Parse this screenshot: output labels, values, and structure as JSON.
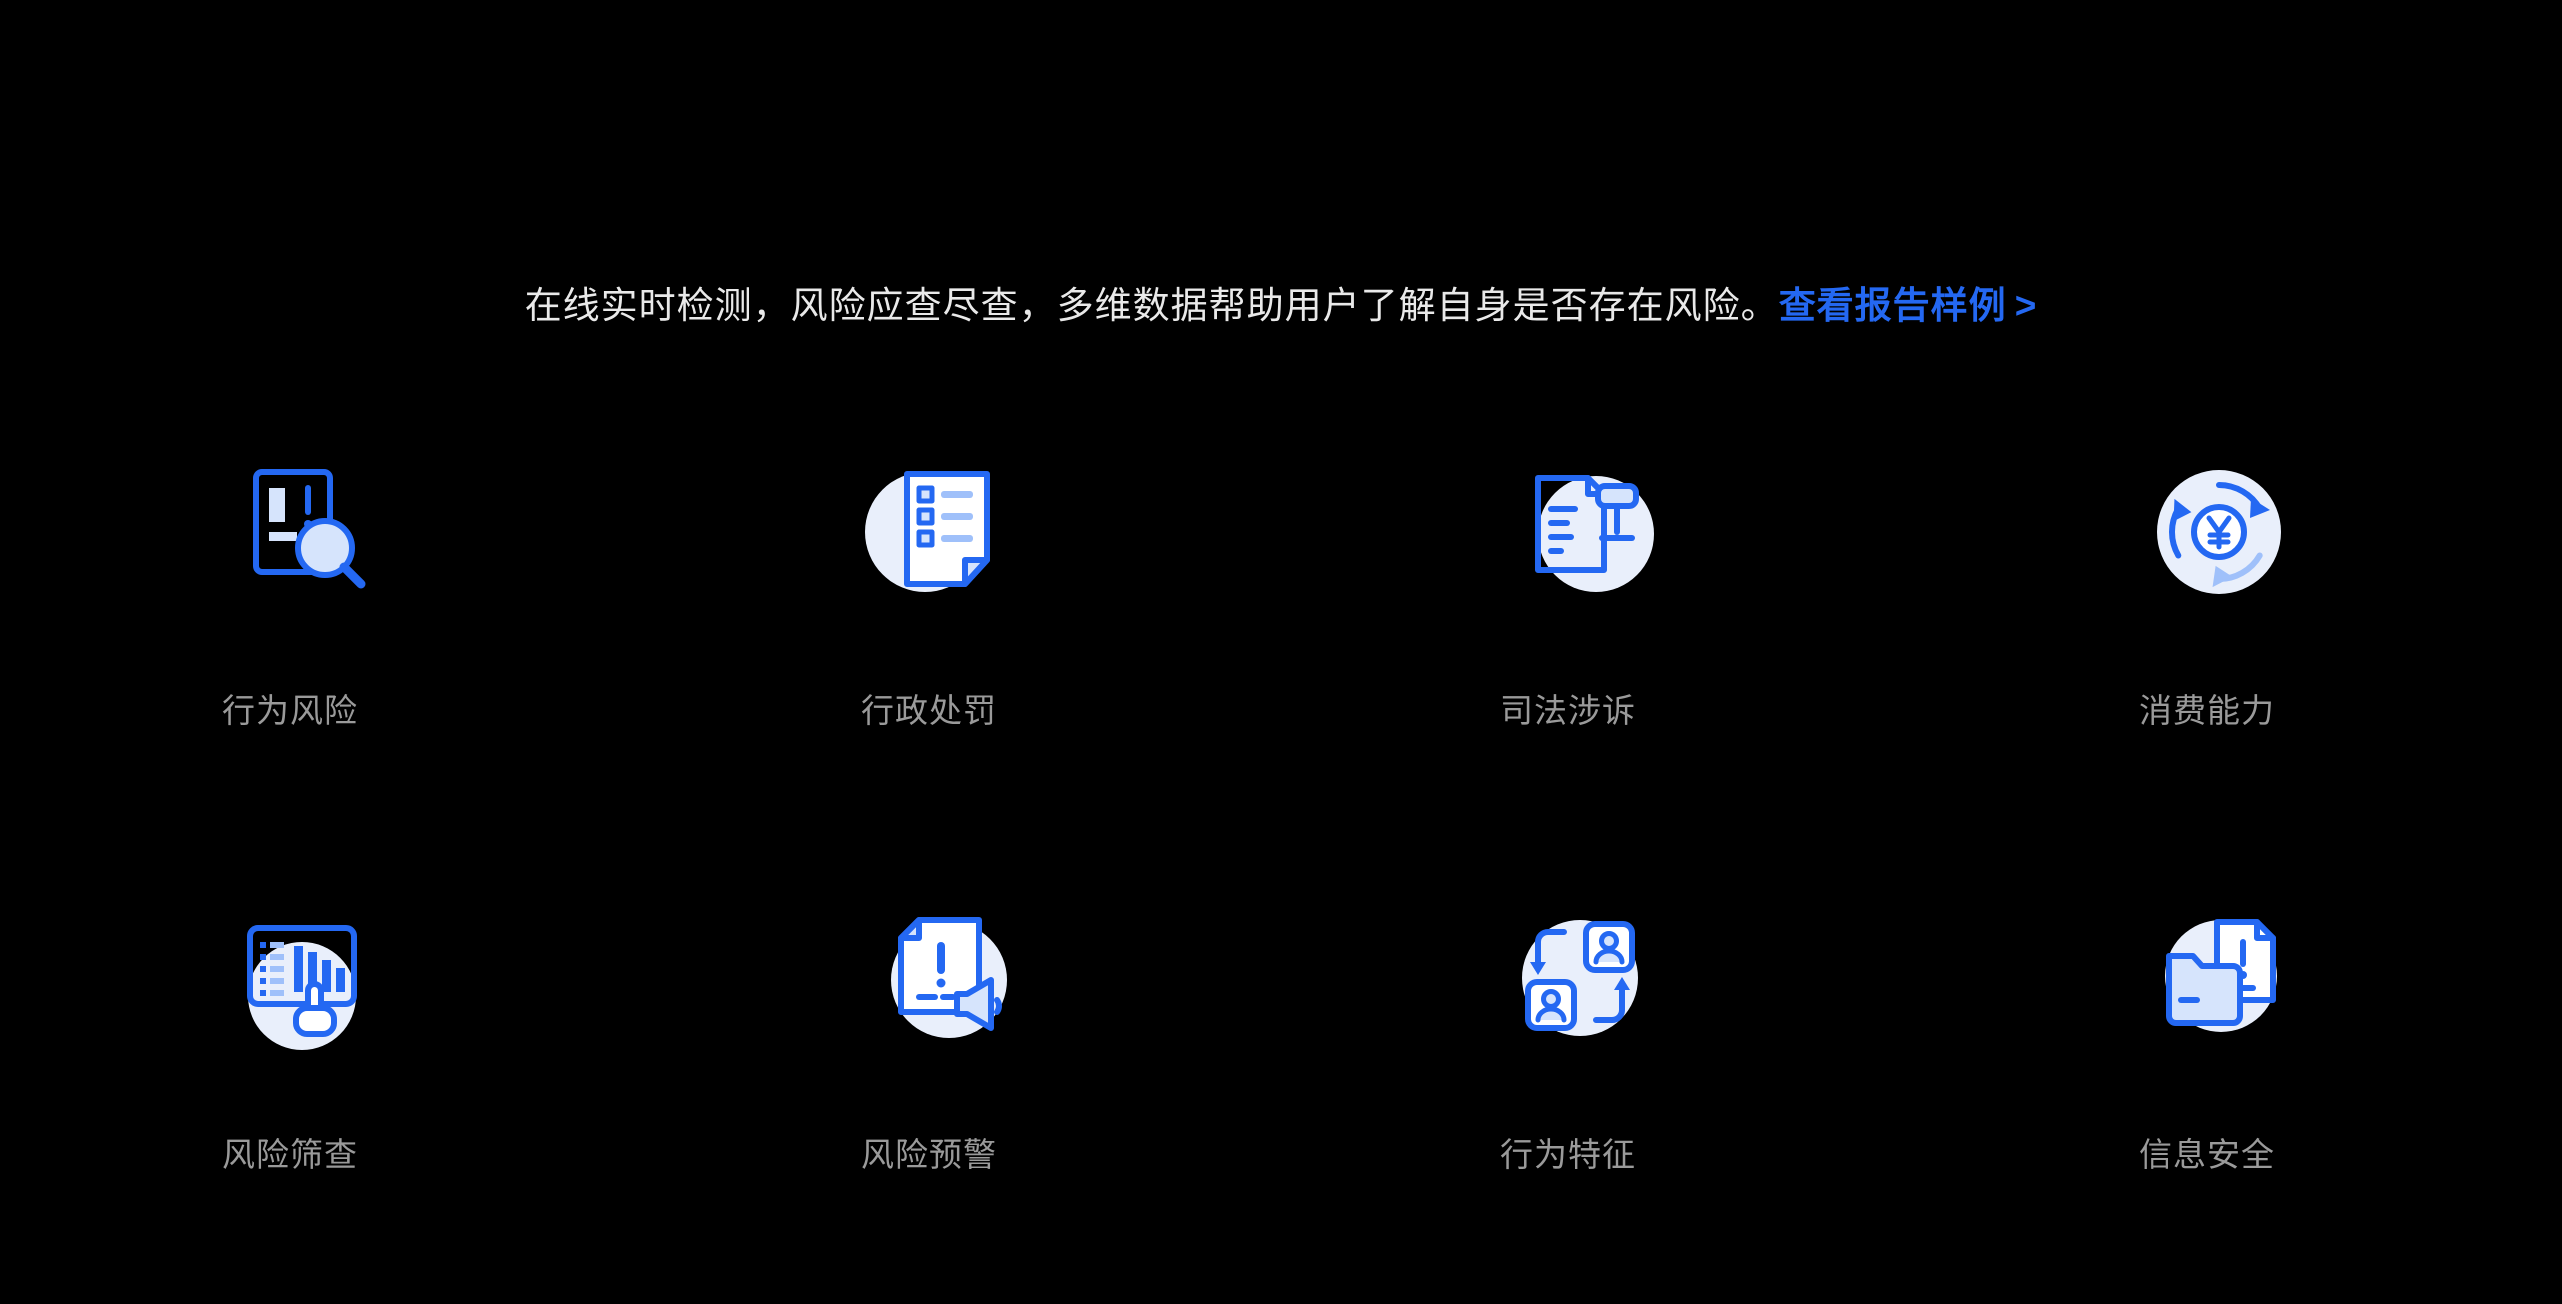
{
  "colors": {
    "background": "#000000",
    "accent_blue": "#2468F2",
    "icon_light_fill": "#D6E4FC",
    "icon_circle_bg": "#E9EFFB",
    "subtitle_text": "#E9E9E9",
    "label_text": "#9A9A9A"
  },
  "header": {
    "subtitle": "在线实时检测，风险应查尽查，多维数据帮助用户了解自身是否存在风险。",
    "link_label": "查看报告样例",
    "link_arrow": ">"
  },
  "features": [
    {
      "label": "行为风险",
      "icon": "document-magnifier-icon"
    },
    {
      "label": "行政处罚",
      "icon": "checklist-document-icon"
    },
    {
      "label": "司法涉诉",
      "icon": "gavel-document-icon"
    },
    {
      "label": "消费能力",
      "icon": "yuan-cycle-icon"
    },
    {
      "label": "风险筛查",
      "icon": "chart-hand-icon"
    },
    {
      "label": "风险预警",
      "icon": "alert-megaphone-icon"
    },
    {
      "label": "行为特征",
      "icon": "user-exchange-icon"
    },
    {
      "label": "信息安全",
      "icon": "folder-document-icon"
    }
  ]
}
